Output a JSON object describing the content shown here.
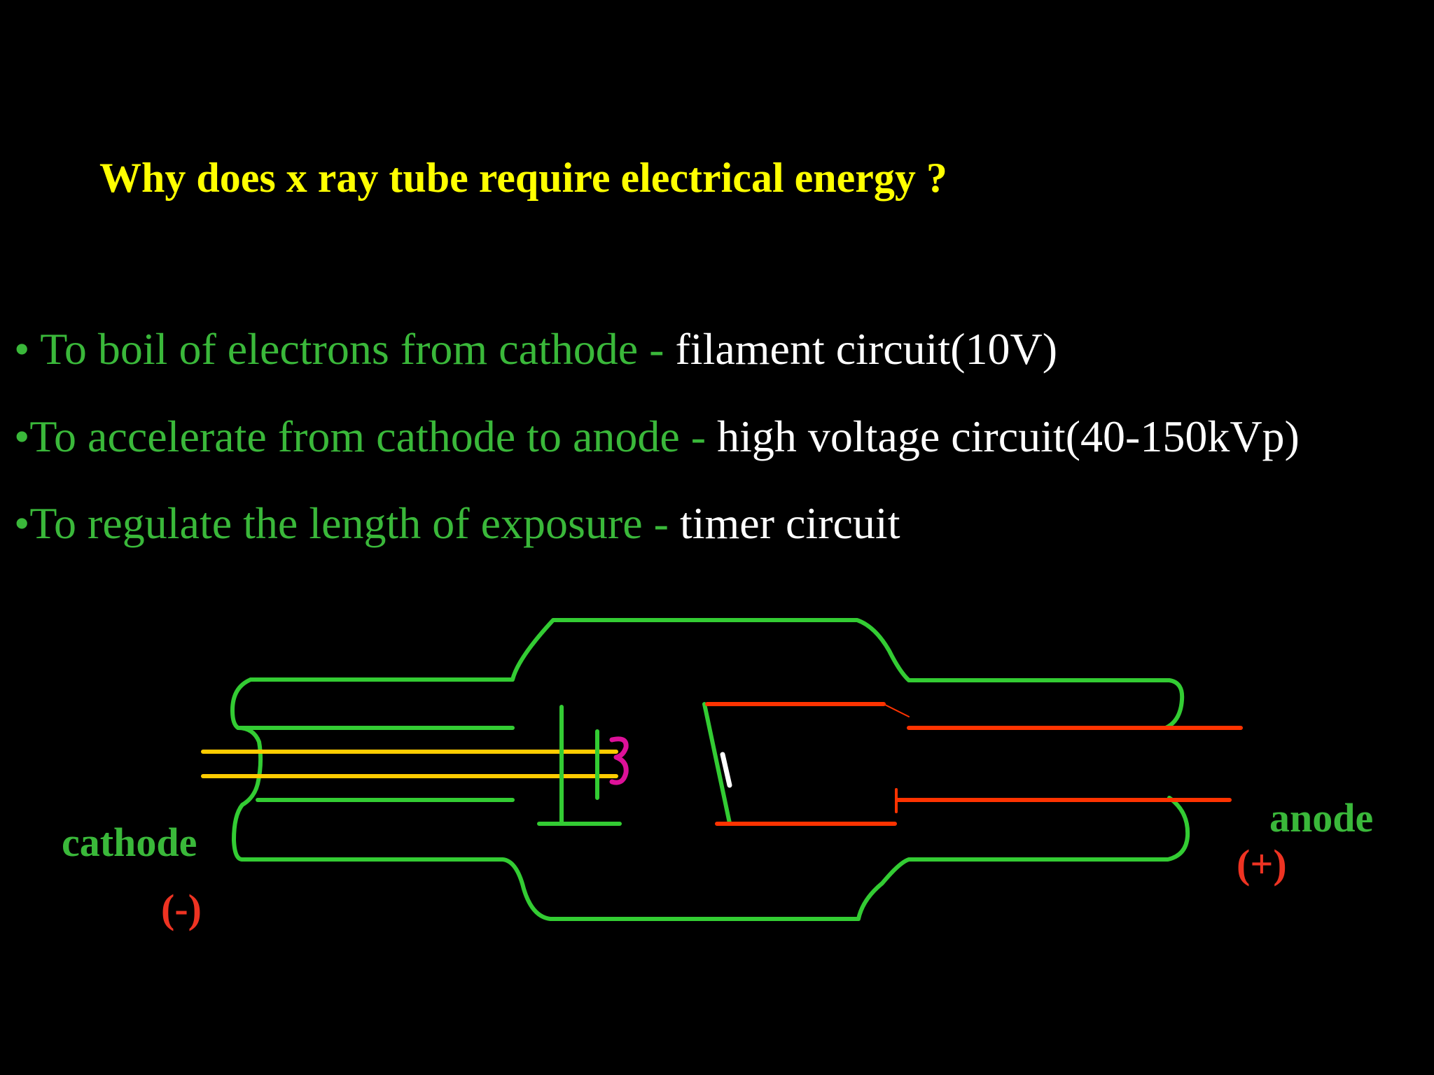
{
  "slide": {
    "title": "Why does x ray tube require electrical energy ?"
  },
  "bullets": [
    {
      "marker": "•",
      "lead": " To boil of electrons from cathode - ",
      "detail": "filament circuit(10V)"
    },
    {
      "marker": "•",
      "lead": "To accelerate from cathode to anode - ",
      "detail": "high voltage circuit(40-150kVp)"
    },
    {
      "marker": "•",
      "lead": "To regulate the length of exposure - ",
      "detail": "timer circuit"
    }
  ],
  "diagram": {
    "cathode_label": "cathode",
    "cathode_polarity": "(-)",
    "anode_label": "anode",
    "anode_polarity": "(+)"
  },
  "colors": {
    "background": "#000000",
    "title": "#ffff00",
    "bullet_lead": "#3ab83a",
    "bullet_detail": "#ffffff",
    "tube_envelope": "#33cc33",
    "filament_leads": "#ffcc00",
    "filament_coil": "#dd1199",
    "anode_parts": "#ff3300",
    "polarity": "#ee3322"
  }
}
